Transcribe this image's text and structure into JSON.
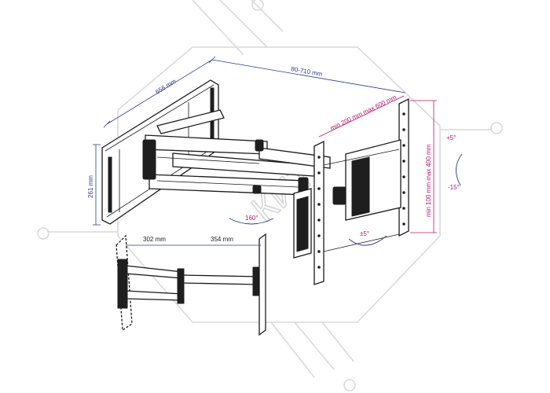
{
  "dimensions": {
    "depth_656": "656 mm",
    "width_80_710": "80-710 mm",
    "height_261": "261 mm",
    "vesa_horizontal": "min 200 mm max 600 mm",
    "vesa_vertical": "min 100 mm max 400 mm",
    "swivel": "160°",
    "rotate": "±5°",
    "tilt_up": "+5°",
    "tilt_down": "-15°",
    "side_302": "302 mm",
    "side_354": "354 mm"
  },
  "watermark": {
    "text": "КИТ"
  },
  "colors": {
    "blue_dimension": "#2a3d8f",
    "magenta_dimension": "#b5176f",
    "line": "#1a1a1a",
    "watermark": "#d9d9d9"
  }
}
